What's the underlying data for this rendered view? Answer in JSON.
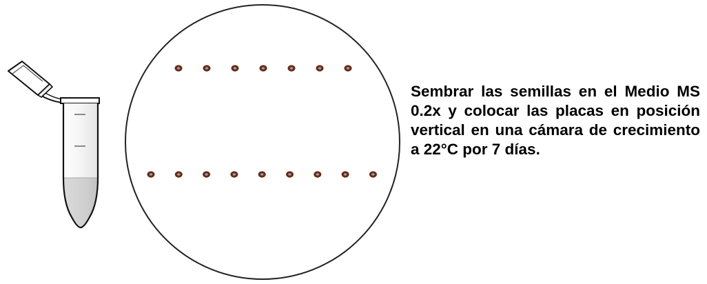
{
  "caption": "Sembrar las semillas en el Medio MS 0.2x y colocar las placas en posición vertical en una cámara de crecimiento a 22°C por 7 días.",
  "seed_rows": [
    {
      "seed_count": 7
    },
    {
      "seed_count": 9
    }
  ],
  "colors": {
    "seed_outer": "#6b2a10",
    "seed_center": "#8fa3c7",
    "plate_outline": "#222222",
    "tube_outline": "#111111",
    "tube_liquid": "#d6d6d6",
    "tube_graduation": "#8a8a8a"
  },
  "icons": {
    "tube": "microcentrifuge-tube-icon",
    "plate": "petri-plate-icon",
    "seed": "seed-dot"
  }
}
